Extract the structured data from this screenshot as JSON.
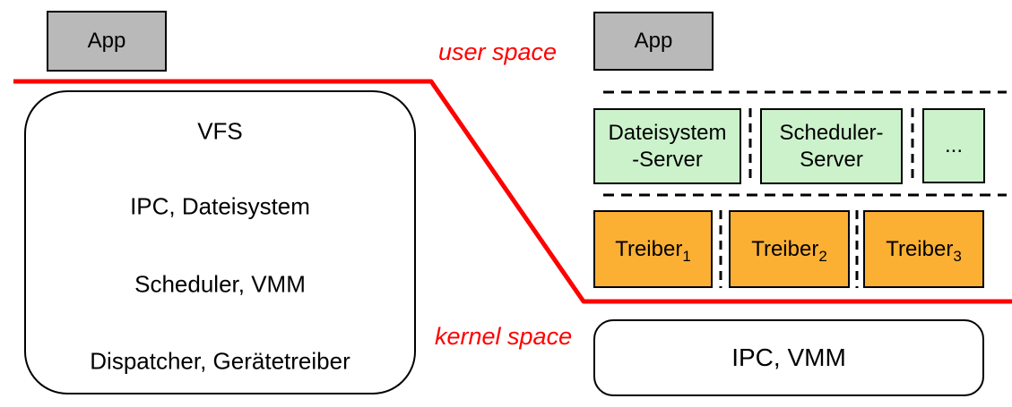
{
  "colors": {
    "boundary_red": "#ff0000",
    "app_gray": "#b9b9b9",
    "server_green": "#ccf2cc",
    "driver_orange": "#fbb034",
    "line_black": "#000000"
  },
  "divider": {
    "user_space_label": "user space",
    "kernel_space_label": "kernel space"
  },
  "monolithic": {
    "app_label": "App",
    "kernel_layers": [
      "VFS",
      "IPC, Dateisystem",
      "Scheduler, VMM",
      "Dispatcher, Gerätetreiber"
    ]
  },
  "microkernel": {
    "app_label": "App",
    "servers": [
      {
        "line1": "Dateisystem",
        "line2": "-Server"
      },
      {
        "line1": "Scheduler-",
        "line2": "Server"
      }
    ],
    "ellipsis_label": "...",
    "drivers": [
      {
        "base": "Treiber",
        "sub": "1"
      },
      {
        "base": "Treiber",
        "sub": "2"
      },
      {
        "base": "Treiber",
        "sub": "3"
      }
    ],
    "kernel_label": "IPC, VMM"
  }
}
